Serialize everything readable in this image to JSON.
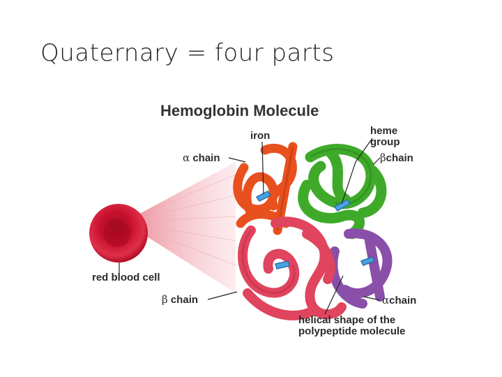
{
  "slide": {
    "title": "Quaternary = four parts"
  },
  "figure": {
    "title": "Hemoglobin Molecule",
    "labels": {
      "iron": "iron",
      "alpha_chain_top_greek": "α",
      "alpha_chain_top": "chain",
      "heme_group_line1": "heme",
      "heme_group_line2": "group",
      "beta_chain_top_greek": "β",
      "beta_chain_top": "chain",
      "red_blood_cell": "red blood cell",
      "beta_chain_bottom_greek": "β",
      "beta_chain_bottom": "chain",
      "alpha_chain_bottom_greek": "α",
      "alpha_chain_bottom": "chain",
      "helical_line1": "helical shape of the",
      "helical_line2": "polypeptide molecule"
    },
    "colors": {
      "alpha_chain_top": "#e8501e",
      "beta_chain_top": "#3faa2a",
      "beta_chain_bottom": "#e0445e",
      "alpha_chain_bottom": "#8a4fa8",
      "red_blood_cell": "#c8102e",
      "heme": "#4aa3e0"
    }
  }
}
